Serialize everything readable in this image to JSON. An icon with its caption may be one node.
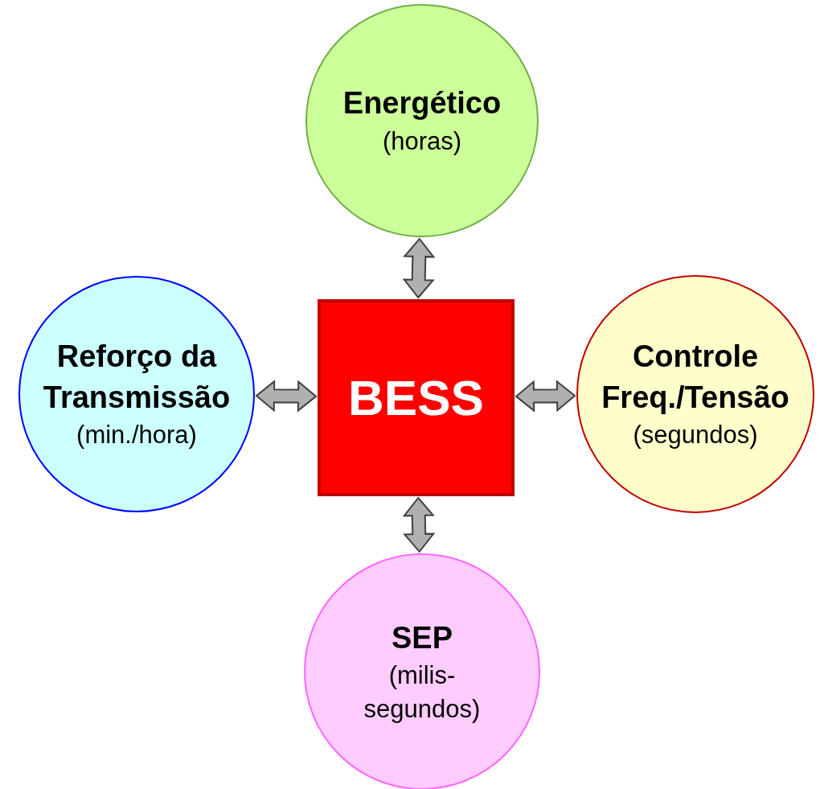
{
  "diagram": {
    "nodes": [
      {
        "text": [
          "Energético",
          "(horas)"
        ]
      },
      {
        "text": [
          "Reforço da Transmissão",
          "(min./hora)"
        ]
      },
      {
        "text": [
          "BESS"
        ]
      },
      {
        "text": [
          "Controle Freq./Tensão",
          "(segundos)"
        ]
      },
      {
        "text": [
          "SEP",
          "(milis- segundos)"
        ]
      }
    ],
    "edges": [
      {
        "from": 2,
        "to": 0,
        "arrow": "both"
      },
      {
        "from": 2,
        "to": 1,
        "arrow": "both"
      },
      {
        "from": 2,
        "to": 3,
        "arrow": "both"
      },
      {
        "from": 2,
        "to": 4,
        "arrow": "both"
      }
    ]
  }
}
